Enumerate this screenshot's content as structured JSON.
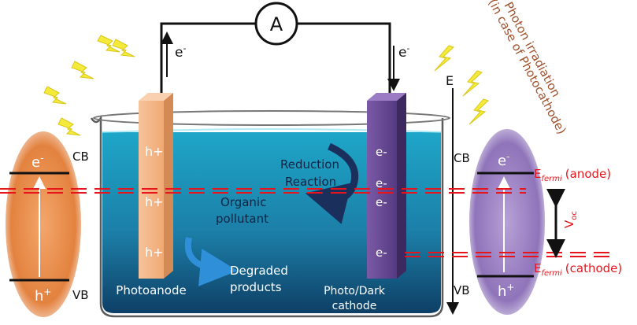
{
  "circuit": {
    "ammeter_label": "A",
    "electron_left": "e",
    "electron_left_sup": "-",
    "electron_right": "e",
    "electron_right_sup": "-"
  },
  "photon_note": {
    "line1": "Photon irradiation",
    "line2": "(in case of Photocathode)"
  },
  "energy_axis": {
    "label": "E"
  },
  "anode": {
    "holes": [
      "h+",
      "h+",
      "h+"
    ],
    "label": "Photoanode"
  },
  "cathode": {
    "electrons": [
      "e-",
      "e-",
      "e-",
      "e-"
    ],
    "label_line1": "Photo/Dark",
    "label_line2": "cathode"
  },
  "left_band": {
    "cb": "CB",
    "vb": "VB",
    "electron": "e",
    "electron_sup": "-",
    "hole": "h",
    "hole_sup": "+"
  },
  "right_band": {
    "cb": "CB",
    "vb": "VB",
    "electron": "e",
    "electron_sup": "-",
    "hole": "h",
    "hole_sup": "+"
  },
  "fermi": {
    "anode_E": "E",
    "anode_sub": "fermi",
    "anode_tag": "(anode)",
    "cathode_E": "E",
    "cathode_sub": "fermi",
    "cathode_tag": "(cathode)",
    "voc_V": "V",
    "voc_sub": "oc"
  },
  "reactions": {
    "reduction_line1": "Reduction",
    "reduction_line2": "Reaction",
    "organic_line1": "Organic",
    "organic_line2": "pollutant",
    "degraded_line1": "Degraded",
    "degraded_line2": "products"
  },
  "colors": {
    "anode_fill": "#f6b98a",
    "cathode_fill": "#6a4a92",
    "fermi_red": "#e8141b",
    "note_brown": "#a0522d",
    "water": "#1c93b5",
    "lightning": "#f4ea3c"
  }
}
